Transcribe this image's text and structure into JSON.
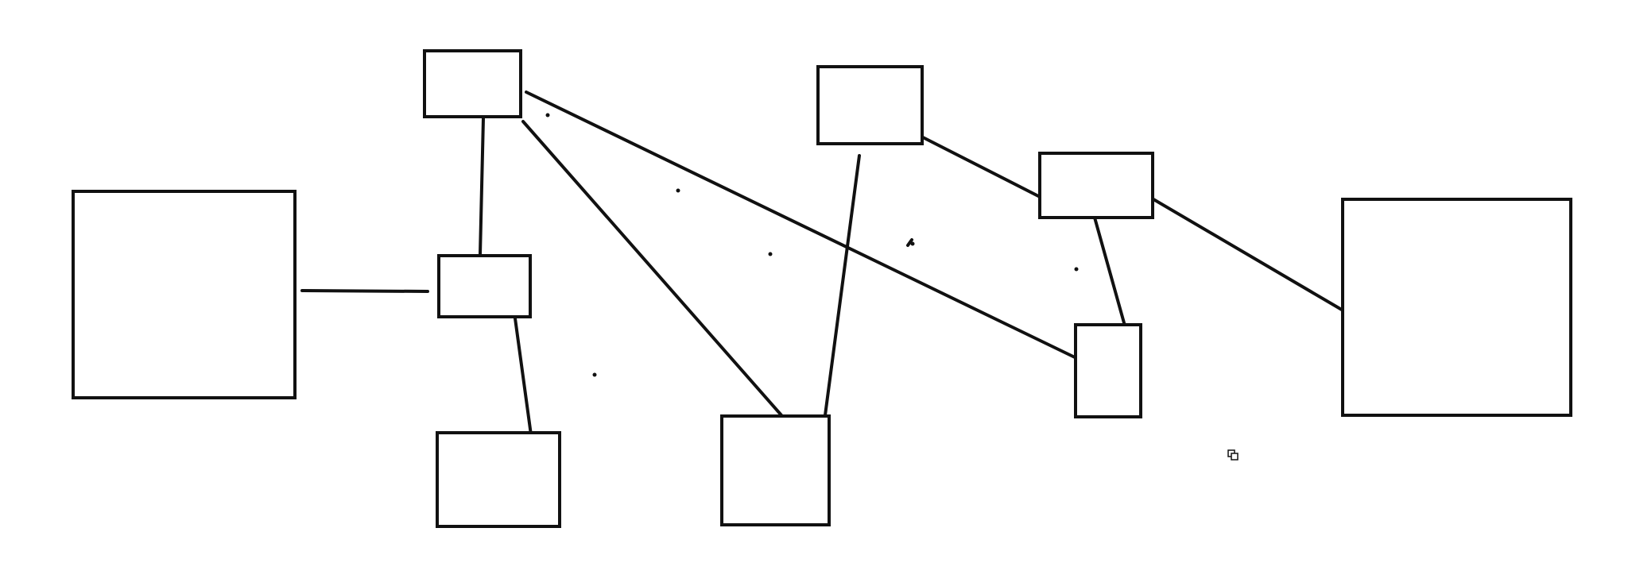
{
  "diagram": {
    "style": {
      "stroke_color": "#111111",
      "background_color": "#ffffff"
    },
    "nodes": [
      {
        "id": "box-large-left"
      },
      {
        "id": "box-top-small"
      },
      {
        "id": "box-middle-small"
      },
      {
        "id": "box-bottom-left"
      },
      {
        "id": "box-bottom-center"
      },
      {
        "id": "box-top-center"
      },
      {
        "id": "box-right-mid"
      },
      {
        "id": "box-tall-small"
      },
      {
        "id": "box-large-right"
      }
    ],
    "edges": [
      {
        "from": "box-large-left",
        "to": "box-middle-small"
      },
      {
        "from": "box-top-small",
        "to": "box-middle-small"
      },
      {
        "from": "box-top-small",
        "to": "box-bottom-center"
      },
      {
        "from": "box-top-small",
        "to": "box-tall-small"
      },
      {
        "from": "box-middle-small",
        "to": "box-bottom-left"
      },
      {
        "from": "box-top-center",
        "to": "box-bottom-center"
      },
      {
        "from": "box-top-center",
        "to": "box-right-mid"
      },
      {
        "from": "box-right-mid",
        "to": "box-tall-small"
      },
      {
        "from": "box-right-mid",
        "to": "box-large-right"
      }
    ],
    "icons": [
      {
        "name": "copy-cursor-icon"
      }
    ]
  }
}
